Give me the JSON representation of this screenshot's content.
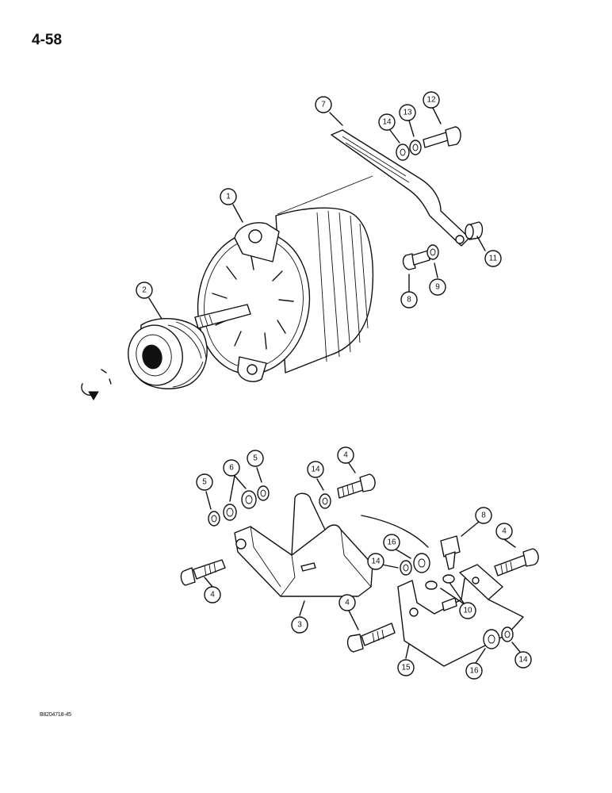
{
  "page": {
    "page_number": "4-58",
    "doc_code": "B8204718-45"
  },
  "callouts": [
    {
      "id": "c1",
      "label": "1"
    },
    {
      "id": "c2",
      "label": "2"
    },
    {
      "id": "c7",
      "label": "7"
    },
    {
      "id": "c14a",
      "label": "14"
    },
    {
      "id": "c13",
      "label": "13"
    },
    {
      "id": "c12",
      "label": "12"
    },
    {
      "id": "c11",
      "label": "11"
    },
    {
      "id": "c9",
      "label": "9"
    },
    {
      "id": "c8a",
      "label": "8"
    },
    {
      "id": "c5a",
      "label": "5"
    },
    {
      "id": "c6",
      "label": "6"
    },
    {
      "id": "c5b",
      "label": "5"
    },
    {
      "id": "c14b",
      "label": "14"
    },
    {
      "id": "c4a",
      "label": "4"
    },
    {
      "id": "c8b",
      "label": "8"
    },
    {
      "id": "c4b",
      "label": "4"
    },
    {
      "id": "c16a",
      "label": "16"
    },
    {
      "id": "c14c",
      "label": "14"
    },
    {
      "id": "c4c",
      "label": "4"
    },
    {
      "id": "c10",
      "label": "10"
    },
    {
      "id": "c3",
      "label": "3"
    },
    {
      "id": "c4d",
      "label": "4"
    },
    {
      "id": "c15",
      "label": "15"
    },
    {
      "id": "c16b",
      "label": "16"
    },
    {
      "id": "c14d",
      "label": "14"
    }
  ]
}
